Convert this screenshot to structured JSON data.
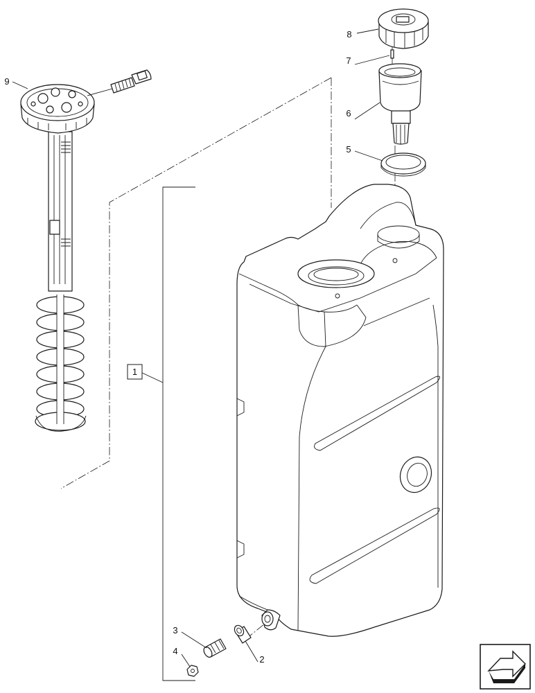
{
  "callouts": {
    "c1": "1",
    "c2": "2",
    "c3": "3",
    "c4": "4",
    "c5": "5",
    "c6": "6",
    "c7": "7",
    "c8": "8",
    "c9": "9"
  },
  "icons": {
    "nav": "next-page-arrow-icon"
  },
  "colors": {
    "line": "#1a1a1a",
    "background": "#ffffff"
  }
}
